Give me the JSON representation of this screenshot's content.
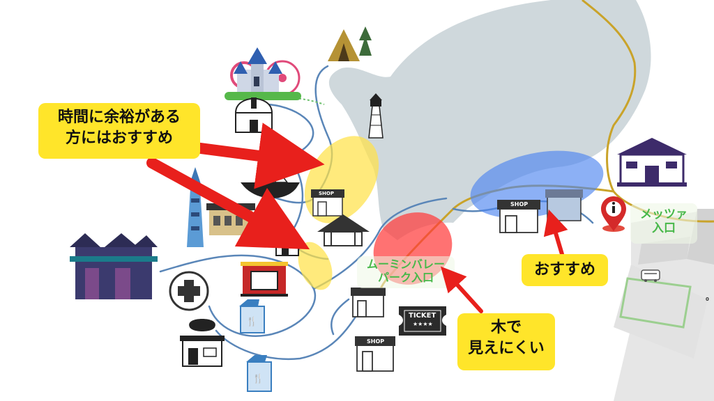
{
  "callouts": {
    "leisure_line1": "時間に余裕がある",
    "leisure_line2": "方にはおすすめ",
    "recommend": "おすすめ",
    "trees_line1": "木で",
    "trees_line2": "見えにくい"
  },
  "labels": {
    "moomin_line1": "ムーミンバレー",
    "moomin_line2": "パーク入口",
    "metsa_line1": "メッツァ",
    "metsa_line2": "入口"
  },
  "signs": {
    "shop": "SHOP",
    "ticket": "TICKET",
    "ticket_stars": "★★★★",
    "corner_mark": "0"
  },
  "icons": [
    "first-aid-icon",
    "game-controller-icon",
    "restaurant-icon",
    "ticket-icon",
    "shop-icon",
    "info-pin-icon",
    "bus-icon",
    "lighthouse-icon",
    "tent-icon",
    "castle-icon",
    "observatory-icon",
    "ship-icon",
    "tower-icon",
    "theater-icon",
    "market-hall-icon"
  ],
  "colors": {
    "callout": "#ffe52a",
    "arrow": "#e8201c",
    "water": "#cfd8dc",
    "path": "#5a86b8",
    "road": "#c9a32a",
    "highlight_yellow": "#ffe24a",
    "highlight_red": "#ff3b3b",
    "highlight_blue": "#4f86f0",
    "label_green": "#48b84a"
  }
}
